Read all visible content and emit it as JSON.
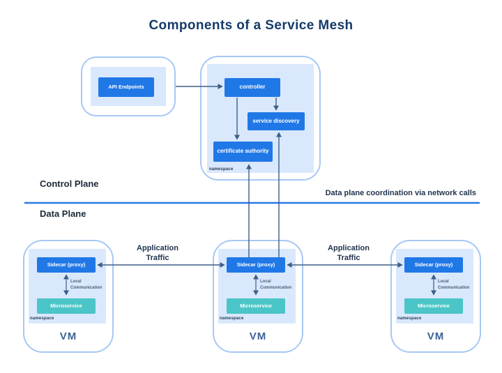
{
  "title": "Components of a Service Mesh",
  "divider": {
    "control_label": "Control Plane",
    "data_label": "Data Plane",
    "note": "Data plane coordination via network calls"
  },
  "control_plane": {
    "api_box": {
      "label": "API Endpoints"
    },
    "mesh_namespace": {
      "controller": "controller",
      "service_discovery": "service discovery",
      "certificate_authority": "certificate authority",
      "namespace_label": "namespace"
    }
  },
  "data_plane": {
    "traffic_left": {
      "line1": "Application",
      "line2": "Traffic"
    },
    "traffic_right": {
      "line1": "Application",
      "line2": "Traffic"
    },
    "vms": [
      {
        "sidecar": "Sidecar (proxy)",
        "local_line1": "Local",
        "local_line2": "Communication",
        "microservice": "Microservice",
        "namespace_label": "namespace",
        "vm_label": "VM"
      },
      {
        "sidecar": "Sidecar (proxy)",
        "local_line1": "Local",
        "local_line2": "Communication",
        "microservice": "Microservice",
        "namespace_label": "namespace",
        "vm_label": "VM"
      },
      {
        "sidecar": "Sidecar (proxy)",
        "local_line1": "Local",
        "local_line2": "Communication",
        "microservice": "Microservice",
        "namespace_label": "namespace",
        "vm_label": "VM"
      }
    ]
  },
  "colors": {
    "node_blue": "#2078e7",
    "node_teal": "#4bc5c7",
    "divider_blue": "#2979e8",
    "arrow": "#3d5e86",
    "container_border": "#a6c8f5",
    "namespace_fill": "#d9e8fc",
    "title_navy": "#153a6a"
  }
}
